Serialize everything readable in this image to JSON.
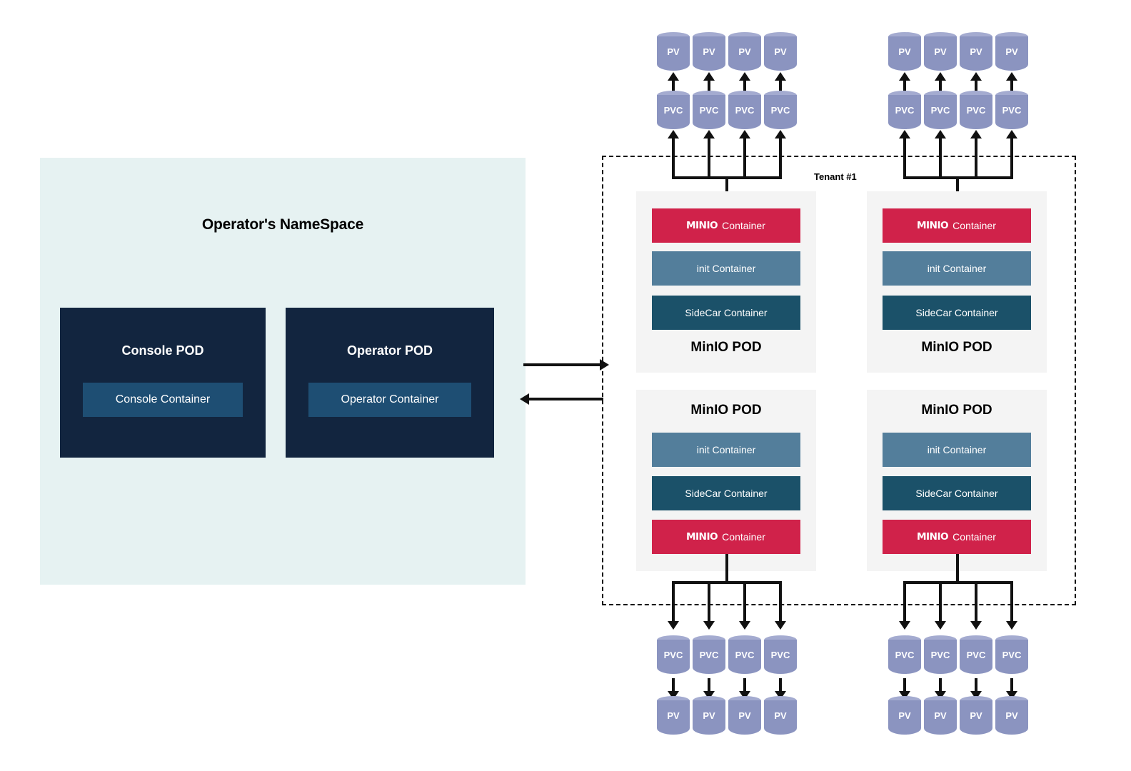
{
  "namespace": {
    "title": "Operator's NameSpace",
    "pods": [
      {
        "title": "Console POD",
        "container": "Console Container"
      },
      {
        "title": "Operator POD",
        "container": "Operator Container"
      }
    ]
  },
  "tenant": {
    "label": "Tenant #1",
    "pods": [
      {
        "title": "MinIO POD",
        "order": "top",
        "containers": [
          {
            "label": "Container",
            "logo": "MINIO",
            "kind": "minio"
          },
          {
            "label": "init Container",
            "kind": "init"
          },
          {
            "label": "SideCar Container",
            "kind": "sidecar"
          }
        ]
      },
      {
        "title": "MinIO POD",
        "order": "top",
        "containers": [
          {
            "label": "Container",
            "logo": "MINIO",
            "kind": "minio"
          },
          {
            "label": "init Container",
            "kind": "init"
          },
          {
            "label": "SideCar Container",
            "kind": "sidecar"
          }
        ]
      },
      {
        "title": "MinIO POD",
        "order": "bottom",
        "containers": [
          {
            "label": "init Container",
            "kind": "init"
          },
          {
            "label": "SideCar Container",
            "kind": "sidecar"
          },
          {
            "label": "Container",
            "logo": "MINIO",
            "kind": "minio"
          }
        ]
      },
      {
        "title": "MinIO POD",
        "order": "bottom",
        "containers": [
          {
            "label": "init Container",
            "kind": "init"
          },
          {
            "label": "SideCar Container",
            "kind": "sidecar"
          },
          {
            "label": "Container",
            "logo": "MINIO",
            "kind": "minio"
          }
        ]
      }
    ]
  },
  "storage": {
    "pv_label": "PV",
    "pvc_label": "PVC",
    "groups": [
      {
        "position": "top-left",
        "pv_count": 4,
        "pvc_count": 4
      },
      {
        "position": "top-right",
        "pv_count": 4,
        "pvc_count": 4
      },
      {
        "position": "bottom-left",
        "pv_count": 4,
        "pvc_count": 4
      },
      {
        "position": "bottom-right",
        "pv_count": 4,
        "pvc_count": 4
      }
    ]
  },
  "colors": {
    "namespace_bg": "#e6f2f2",
    "pod_navy": "#12253f",
    "pod_inner_blue": "#1e4e73",
    "minio_red": "#d0224a",
    "init_blue": "#537e9b",
    "sidecar_teal": "#1b5169",
    "cylinder": "#8b94c0",
    "cylinder_top": "#a4abd0",
    "pod_card_bg": "#f4f4f4",
    "line": "#111111"
  }
}
